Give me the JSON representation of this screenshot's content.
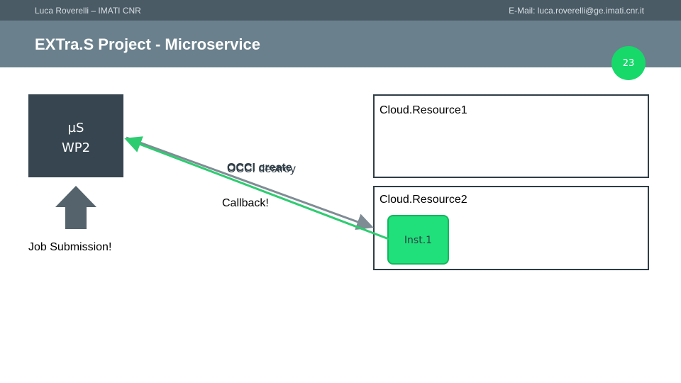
{
  "header": {
    "author": "Luca Roverelli – IMATI CNR",
    "email": "E-Mail: luca.roverelli@ge.imati.cnr.it",
    "title": "EXTra.S Project - Microservice",
    "slide_number": "23"
  },
  "microservice": {
    "line1": "µS",
    "line2": "WP2"
  },
  "job_submission": "Job Submission!",
  "messages": {
    "occi_create": "OCCI create",
    "occi_destroy": "OCCI destroy",
    "callback": "Callback!"
  },
  "resources": [
    {
      "title": "Cloud.Resource1"
    },
    {
      "title": "Cloud.Resource2",
      "instance": "Inst.1"
    }
  ],
  "colors": {
    "header_dark": "#4a5b66",
    "header_light": "#6a808d",
    "accent_green": "#16d96a",
    "box_dark": "#36454f",
    "arrow_gray": "#7f8c94"
  }
}
